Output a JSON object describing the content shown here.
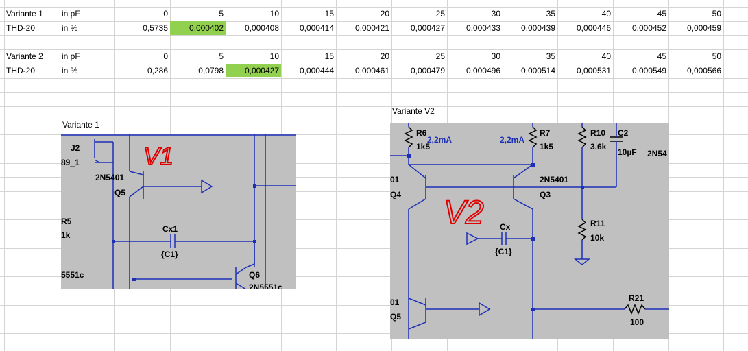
{
  "table": {
    "row1": {
      "label": "Variante 1",
      "unit": "in pF",
      "values": [
        "0",
        "5",
        "10",
        "15",
        "20",
        "25",
        "30",
        "35",
        "40",
        "45",
        "50"
      ]
    },
    "row2": {
      "label": "THD-20",
      "unit": "in %",
      "values": [
        "0,5735",
        "0,000402",
        "0,000408",
        "0,000414",
        "0,000421",
        "0,000427",
        "0,000433",
        "0,000439",
        "0,000446",
        "0,000452",
        "0,000459"
      ],
      "highlight_index": 1
    },
    "row4": {
      "label": "Variante 2",
      "unit": "in pF",
      "values": [
        "0",
        "5",
        "10",
        "15",
        "20",
        "25",
        "30",
        "35",
        "40",
        "45",
        "50"
      ]
    },
    "row5": {
      "label": "THD-20",
      "unit": "in %",
      "values": [
        "0,286",
        "0,0798",
        "0,000427",
        "0,000444",
        "0,000461",
        "0,000479",
        "0,000496",
        "0,000514",
        "0,000531",
        "0,000549",
        "0,000566"
      ],
      "highlight_index": 2
    }
  },
  "highlight_color": "#92d050",
  "panel1": {
    "label": "Variante 1",
    "labels": {
      "j2": "J2",
      "j2_part": "89_1",
      "q5_part": "2N5401",
      "q5": "Q5",
      "r5": "R5",
      "r5_val": "1k",
      "cx1": "Cx1",
      "c1": "{C1}",
      "q6": "Q6",
      "q6_part": "2N5551c",
      "left_part": "5551c",
      "annotation": "V1"
    }
  },
  "panel2": {
    "label": "Variante V2",
    "labels": {
      "r6": "R6",
      "r6_val": "1k5",
      "cur1": "2,2mA",
      "cur2": "2,2mA",
      "r7": "R7",
      "r7_val": "1k5",
      "r10": "R10",
      "r10_val": "3.6k",
      "c2": "C2",
      "c2_val": "10µF",
      "edge_part": "2N54",
      "q4_part": "01",
      "q4": "Q4",
      "q3_part": "2N5401",
      "q3": "Q3",
      "r11": "R11",
      "r11_val": "10k",
      "cx": "Cx",
      "c1": "{C1}",
      "q5_part": "01",
      "q5": "Q5",
      "r21": "R21",
      "r21_val": "100",
      "annotation": "V2"
    }
  },
  "schematic_colors": {
    "wire": "#1c2fb8",
    "ink": "#000000",
    "annotation": "#e00000",
    "background": "#c0c0c0"
  }
}
